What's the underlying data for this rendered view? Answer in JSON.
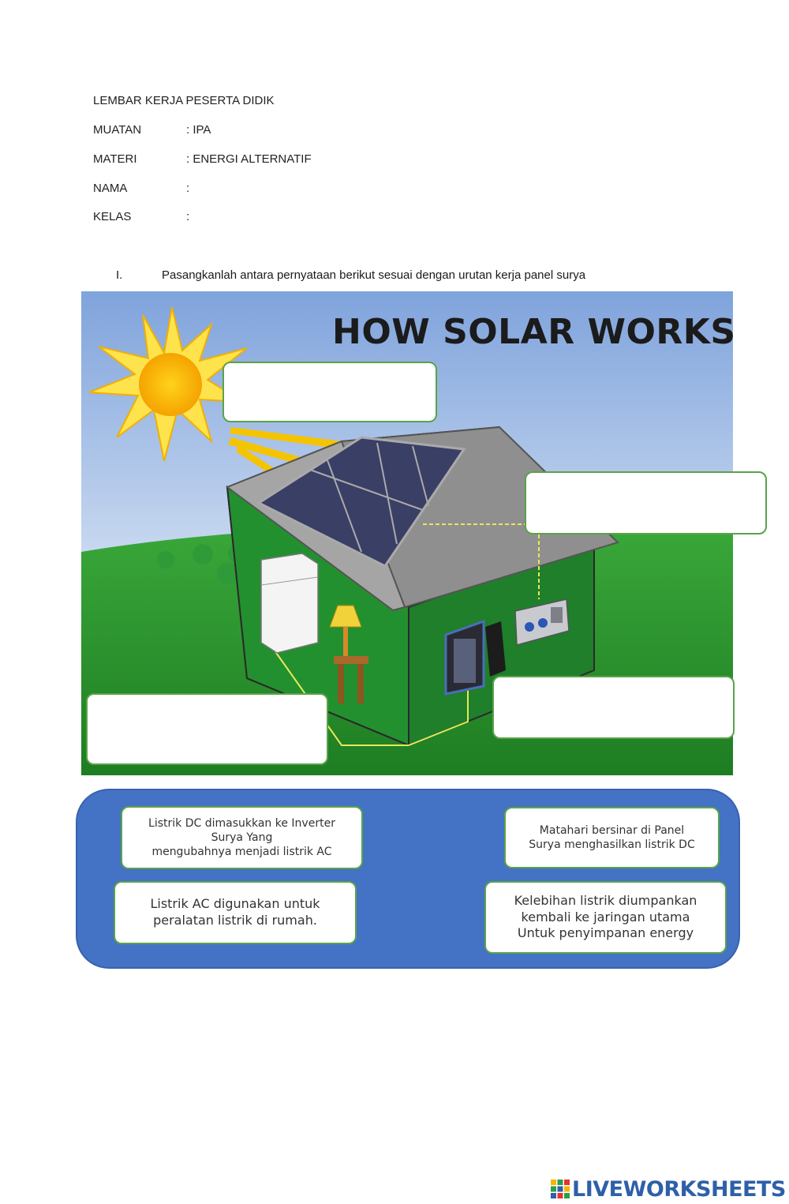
{
  "header": {
    "title": "LEMBAR KERJA PESERTA DIDIK",
    "rows": [
      {
        "label": "MUATAN",
        "value": ": IPA"
      },
      {
        "label": "MATERI",
        "value": ": ENERGI ALTERNATIF"
      },
      {
        "label": "NAMA",
        "value": ":"
      },
      {
        "label": "KELAS",
        "value": ":"
      }
    ]
  },
  "instruction": {
    "number": "I.",
    "text": "Pasangkanlah antara pernyataan berikut sesuai dengan urutan kerja panel surya"
  },
  "illustration": {
    "title": "HOW SOLAR WORKS"
  },
  "answer_cards": [
    {
      "text": "Listrik DC dimasukkan ke Inverter\nSurya Yang\nmengubahnya menjadi listrik AC"
    },
    {
      "text": "Matahari bersinar di Panel\nSurya menghasilkan listrik DC"
    },
    {
      "text": "Listrik AC digunakan untuk\nperalatan listrik di rumah."
    },
    {
      "text": "Kelebihan listrik diumpankan\nkembali ke jaringan utama\nUntuk penyimpanan energy"
    }
  ],
  "footer": {
    "brand": "LIVEWORKSHEETS"
  },
  "colors": {
    "bank_bg": "#4472c4",
    "box_border": "#5aa34a",
    "brand": "#2f5fa8"
  }
}
